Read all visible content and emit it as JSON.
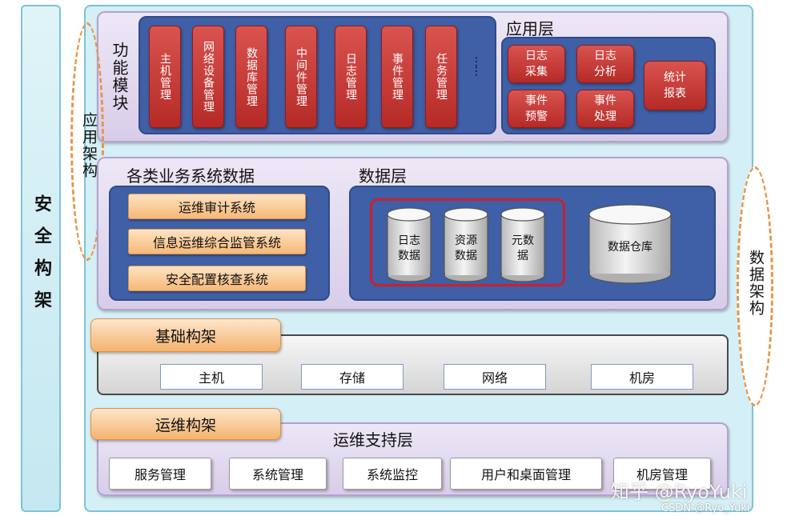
{
  "security": {
    "label": "安全构架"
  },
  "app_arch": {
    "label": "应用架构"
  },
  "data_arch": {
    "label": "数据架构"
  },
  "app_layer": {
    "module_label": "功能模块",
    "title": "应用层",
    "modules": [
      "主机管理",
      "网络设备管理",
      "数据库管理",
      "中间件管理",
      "日志管理",
      "事件管理",
      "任务管理"
    ],
    "ellipsis": "……",
    "apps": [
      "日志\n采集",
      "日志\n分析",
      "事件\n预警",
      "事件\n处理",
      "统计\n报表"
    ]
  },
  "data_layer": {
    "business_title": "各类业务系统数据",
    "title": "数据层",
    "systems": [
      "运维审计系统",
      "信息运维综合监管系统",
      "安全配置核查系统"
    ],
    "stores": [
      "日志\n数据",
      "资源\n数据",
      "元数\n据"
    ],
    "warehouse": "数据仓库"
  },
  "infra": {
    "title": "基础构架",
    "items": [
      "主机",
      "存储",
      "网络",
      "机房"
    ]
  },
  "ops": {
    "title": "运维构架",
    "support_title": "运维支持层",
    "items": [
      "服务管理",
      "系统管理",
      "系统监控",
      "用户和桌面管理",
      "机房管理"
    ]
  },
  "watermark": {
    "zhihu": "知乎 @RyoYuki",
    "csdn": "CSDN @Ryo_Yuki"
  },
  "colors": {
    "module_red": "#c0392b",
    "panel_blue": "#3f5fa6",
    "layer_purple": "#e4dbf1",
    "frame_cyan": "#d4eff5",
    "orange": "#f7b877",
    "dashed_orange": "#e8954a"
  }
}
